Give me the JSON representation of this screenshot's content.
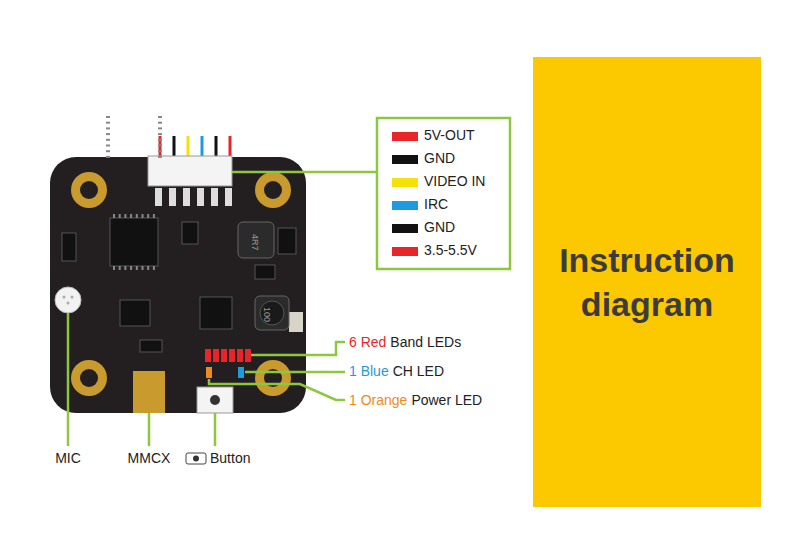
{
  "diagram": {
    "nodes": [
      {
        "text": [
          "Instruction diagram"
        ]
      }
    ],
    "labels": [
      "4R7",
      "100",
      "6 Red",
      "Band LEDs",
      "1 Blue",
      "CH LED",
      "1 Orange",
      "Power LED",
      "MIC",
      "MMCX",
      "Button"
    ],
    "legend": [
      {
        "text": "5V-OUT",
        "color": "#e8262a"
      },
      {
        "text": "GND",
        "color": "#111111"
      },
      {
        "text": "VIDEO IN",
        "color": "#f5e10a"
      },
      {
        "text": "IRC",
        "color": "#1e9be0"
      },
      {
        "text": "GND",
        "color": "#111111"
      },
      {
        "text": "3.5-5.5V",
        "color": "#e8262a"
      }
    ]
  }
}
